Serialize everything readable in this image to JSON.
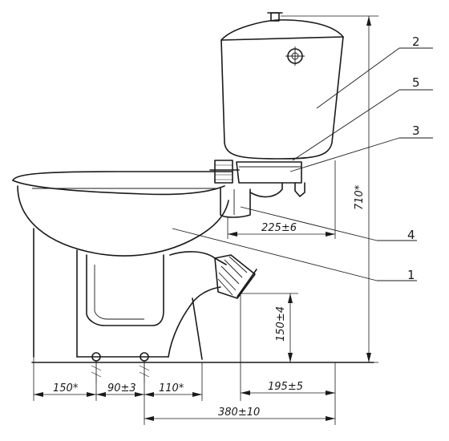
{
  "parts": {
    "p1": "1",
    "p2": "2",
    "p3": "3",
    "p4": "4",
    "p5": "5"
  },
  "dimensions": {
    "height_total": "710*",
    "outlet_offset": "225±6",
    "outlet_height": "150±4",
    "rear_to_outlet": "195±5",
    "base_left": "150*",
    "bolt_spacing": "90±3",
    "base_right": "110*",
    "bolt_to_outlet": "380±10"
  }
}
